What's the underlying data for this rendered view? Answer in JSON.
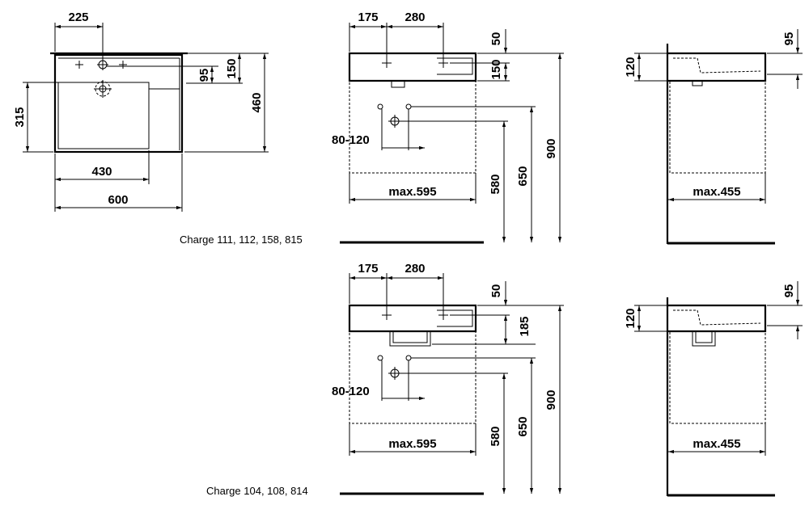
{
  "top_view": {
    "dims": {
      "d225": "225",
      "d150": "150",
      "d95": "95",
      "d460": "460",
      "d315": "315",
      "d430": "430",
      "d600": "600"
    }
  },
  "front_top": {
    "dims": {
      "d175": "175",
      "d280": "280",
      "d50": "50",
      "d150": "150",
      "d80_120": "80-120",
      "d580": "580",
      "d650": "650",
      "d900": "900",
      "max595": "max.595"
    },
    "charge": "Charge 111, 112, 158, 815"
  },
  "side_top": {
    "dims": {
      "d95": "95",
      "d120": "120",
      "max455": "max.455"
    }
  },
  "front_bottom": {
    "dims": {
      "d175": "175",
      "d280": "280",
      "d50": "50",
      "d185": "185",
      "d80_120": "80-120",
      "d580": "580",
      "d650": "650",
      "d900": "900",
      "max595": "max.595"
    },
    "charge": "Charge 104, 108, 814"
  },
  "side_bottom": {
    "dims": {
      "d95": "95",
      "d120": "120",
      "max455": "max.455"
    }
  }
}
